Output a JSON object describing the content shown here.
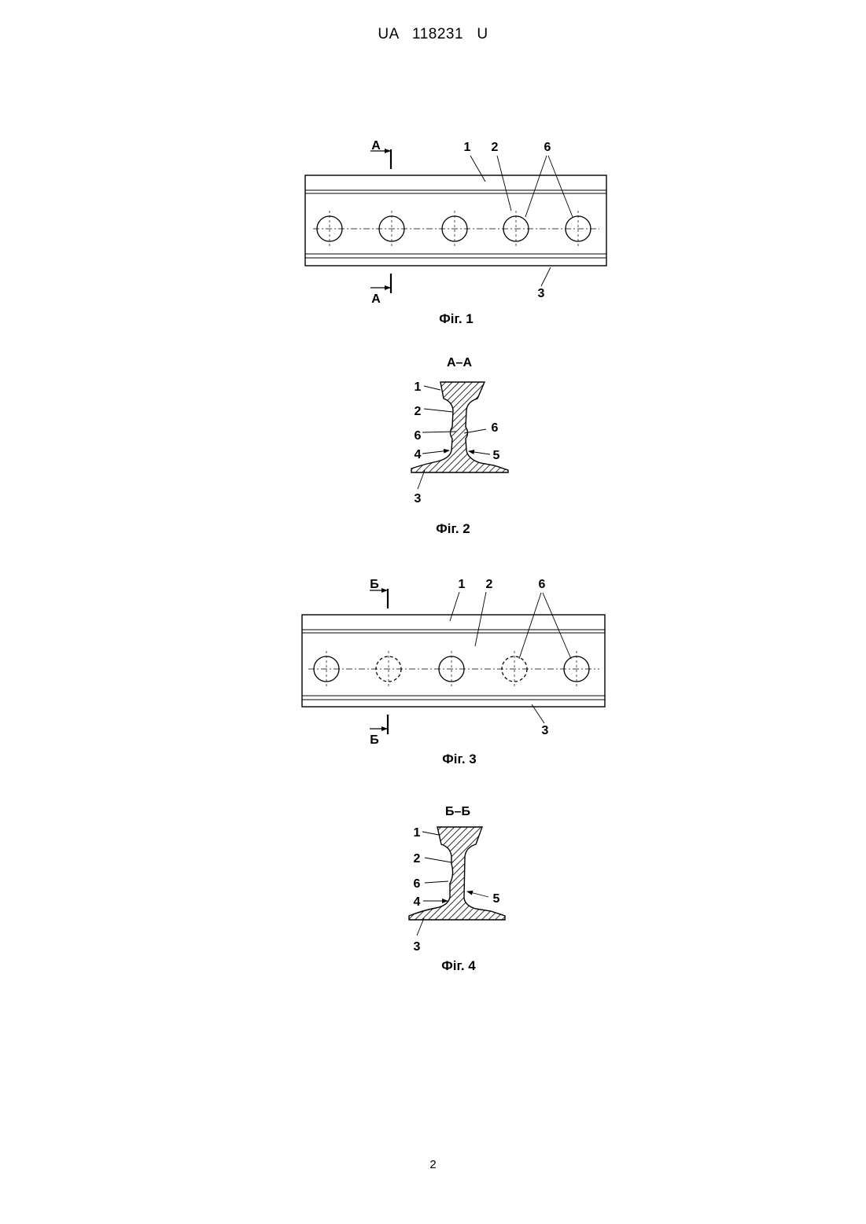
{
  "header": {
    "patent_number": "UA   118231   U"
  },
  "figures": [
    {
      "caption": "Фіг. 1",
      "section_mark": "А",
      "labels": {
        "head": "1",
        "web": "2",
        "base": "3",
        "holes": "6"
      }
    },
    {
      "caption": "Фіг. 2",
      "section_title": "А–А",
      "labels": {
        "head": "1",
        "web": "2",
        "holes_left": "6",
        "holes_right": "6",
        "side_left": "4",
        "side_right": "5",
        "base": "3"
      }
    },
    {
      "caption": "Фіг. 3",
      "section_mark": "Б",
      "labels": {
        "head": "1",
        "web": "2",
        "base": "3",
        "holes": "6"
      }
    },
    {
      "caption": "Фіг. 4",
      "section_title": "Б–Б",
      "labels": {
        "head": "1",
        "web": "2",
        "holes_left": "6",
        "side_left": "4",
        "side_right": "5",
        "base": "3"
      }
    }
  ],
  "footer": {
    "page_number": "2"
  }
}
